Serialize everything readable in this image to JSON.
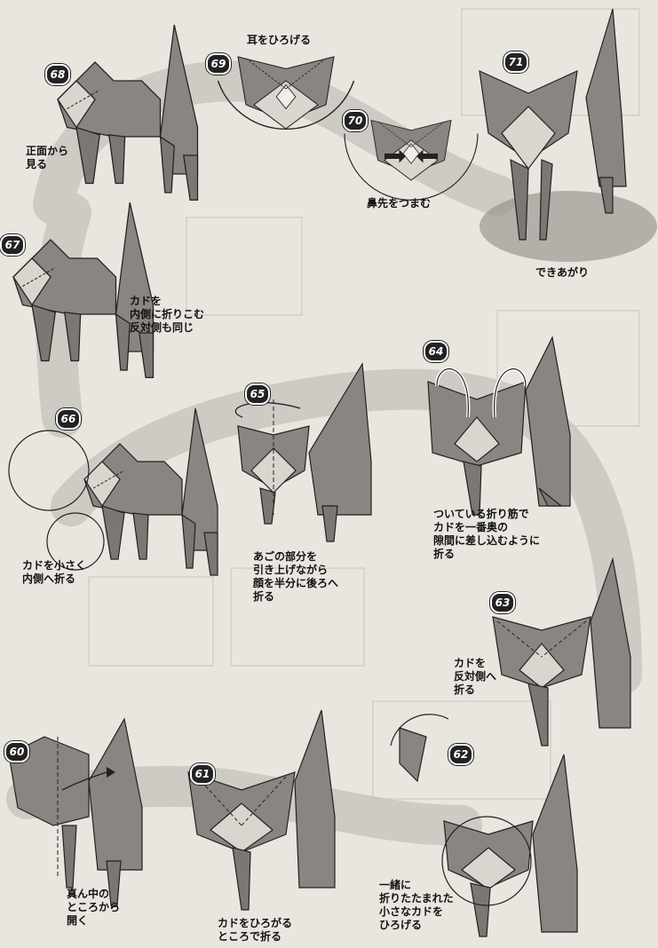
{
  "steps": [
    {
      "number": "60",
      "caption": "真ん中の\nところから\n開く"
    },
    {
      "number": "61",
      "caption": "カドをひろがる\nところで折る"
    },
    {
      "number": "62",
      "caption": "一緒に\n折りたたまれた\n小さなカドを\nひろげる"
    },
    {
      "number": "63",
      "caption": "カドを\n反対側へ\n折る"
    },
    {
      "number": "64",
      "caption": "ついている折り筋で\nカドを一番奥の\n隙間に差し込むように\n折る"
    },
    {
      "number": "65",
      "caption": "あごの部分を\n引き上げながら\n顔を半分に後ろへ\n折る"
    },
    {
      "number": "66",
      "caption": "カドを小さく\n内側へ折る"
    },
    {
      "number": "67",
      "caption": "カドを\n内側に折りこむ\n反対側も同じ"
    },
    {
      "number": "68",
      "caption": "正面から\n見る"
    },
    {
      "number": "69",
      "caption": "耳をひろげる"
    },
    {
      "number": "70",
      "caption": "鼻先をつまむ"
    },
    {
      "number": "71",
      "caption": "できあがり"
    }
  ],
  "colors": {
    "paper_background": "#e9e6e0",
    "paper_fold": "#8a8580",
    "paper_light": "#d9d5cf",
    "path_band": "#c9c5bf",
    "badge": "#222222"
  }
}
